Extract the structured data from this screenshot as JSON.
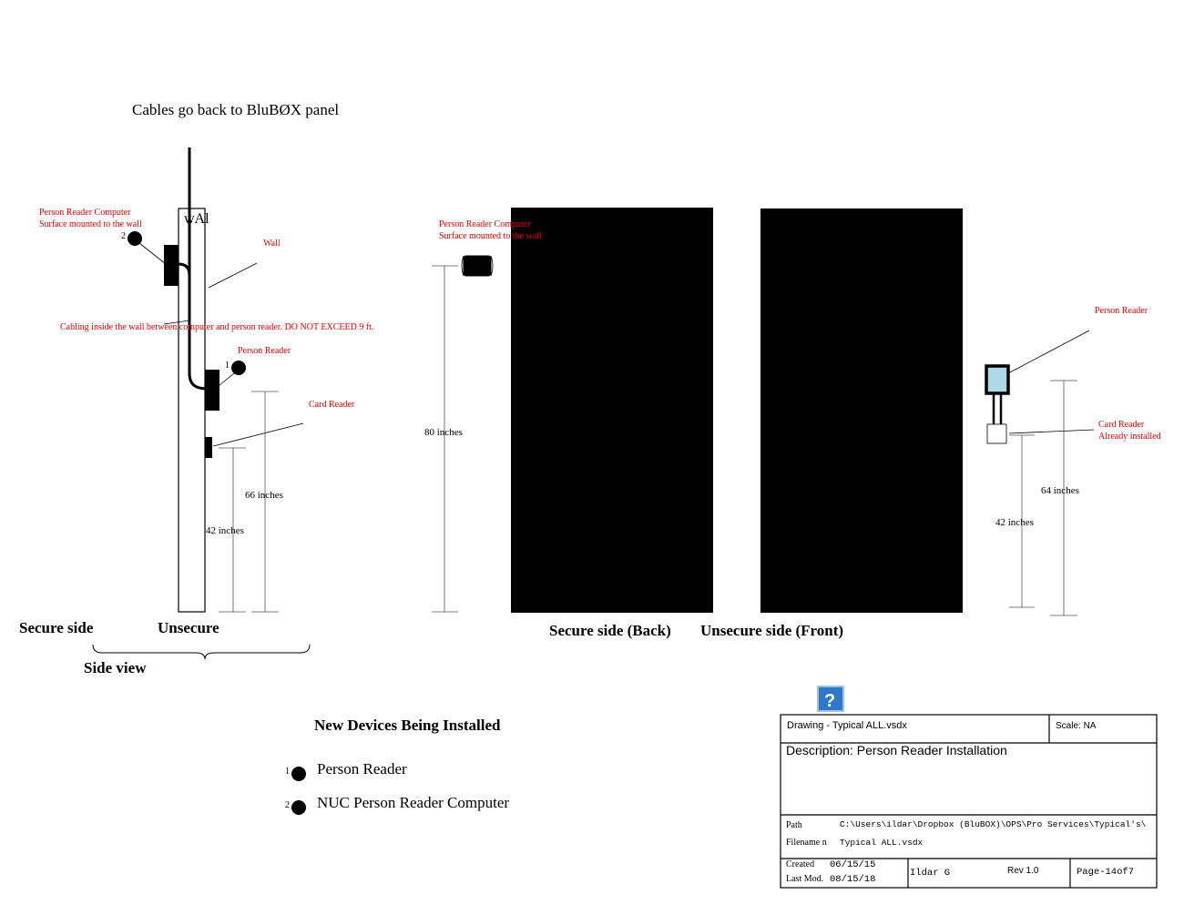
{
  "diagram": {
    "cables_note": "Cables go back to BluBØX panel",
    "side_view": {
      "wall_label_inside": "wAl",
      "person_reader_computer_line1": "Person Reader Computer",
      "person_reader_computer_line2": "Surface mounted to the wall",
      "callout_2": "2",
      "wall_label": "Wall",
      "cabling_note": "Cabling inside the wall between computer and person reader. DO NOT EXCEED 9 ft.",
      "person_reader_label": "Person Reader",
      "callout_1": "1",
      "card_reader_label": "Card Reader",
      "dim_66": "66 inches",
      "dim_42": "42 inches",
      "secure_side": "Secure side",
      "unsecure": "Unsecure",
      "side_view_title": "Side view"
    },
    "secure_door": {
      "computer_line1": "Person Reader Computer",
      "computer_line2": "Surface mounted to the wall",
      "dim_80": "80 inches",
      "title": "Secure side (Back)"
    },
    "unsecure_door": {
      "title": "Unsecure side (Front)",
      "person_reader_label": "Person Reader",
      "card_reader_line1": "Card Reader",
      "card_reader_line2": "Already installed",
      "dim_64": "64 inches",
      "dim_42": "42 inches"
    },
    "legend": {
      "title": "New Devices Being Installed",
      "items": [
        {
          "num": "1",
          "label": "Person Reader"
        },
        {
          "num": "2",
          "label": "NUC Person Reader Computer"
        }
      ]
    },
    "title_block": {
      "help_icon": "?",
      "drawing": "Drawing - Typical ALL.vsdx",
      "scale": "Scale: NA",
      "description": "Description: Person Reader Installation",
      "path_label": "Path",
      "path_value": "C:\\Users\\ildar\\Dropbox (BluBOX)\\OPS\\Pro Services\\Typical's\\",
      "filename_label": "Filename n",
      "filename_value": "Typical ALL.vsdx",
      "created_label": "Created",
      "created_value": "06/15/15",
      "lastmod_label": "Last Mod.",
      "lastmod_value": "08/15/18",
      "author": "Ildar G",
      "rev": "Rev 1.0",
      "page": "Page-14of7"
    }
  }
}
